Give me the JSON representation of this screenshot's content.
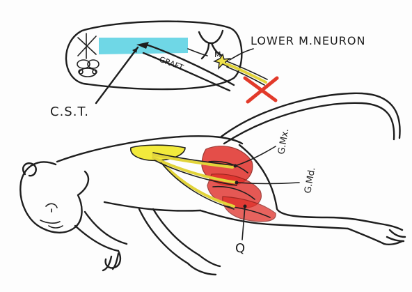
{
  "labels": {
    "lower_motor_neuron": "LOWER M.NEURON",
    "cst": "C.S.T.",
    "graft": "GRAFT",
    "neuron_marker": "M",
    "gmx": "G.Mx.",
    "gmd": "G.Md.",
    "q": "Q"
  },
  "colors": {
    "ink": "#1e1e1e",
    "tract_cyan": "#5fd3e3",
    "nerve_yellow": "#f0e24a",
    "muscle_red": "#e0302a",
    "cross_red": "#e23a2a",
    "fat_yellow": "#f2ea3c"
  },
  "icons": {
    "lesion": "red-x-mark",
    "motor_neuron": "star-cell-icon"
  }
}
